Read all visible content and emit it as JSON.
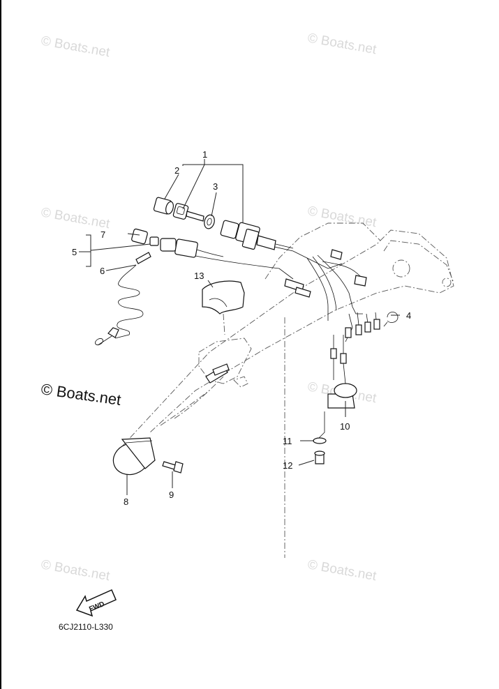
{
  "diagram": {
    "drawing_code": "6CJ2110-L330",
    "fwd_arrow_label": "FWD",
    "callouts": [
      {
        "id": "1",
        "label": "1"
      },
      {
        "id": "2",
        "label": "2"
      },
      {
        "id": "3",
        "label": "3"
      },
      {
        "id": "4",
        "label": "4"
      },
      {
        "id": "5",
        "label": "5"
      },
      {
        "id": "6",
        "label": "6"
      },
      {
        "id": "7",
        "label": "7"
      },
      {
        "id": "8",
        "label": "8"
      },
      {
        "id": "9",
        "label": "9"
      },
      {
        "id": "10",
        "label": "10"
      },
      {
        "id": "11",
        "label": "11"
      },
      {
        "id": "12",
        "label": "12"
      },
      {
        "id": "13",
        "label": "13"
      }
    ]
  },
  "watermarks": {
    "faint": "© Boats.net",
    "prominent": "© Boats.net"
  }
}
